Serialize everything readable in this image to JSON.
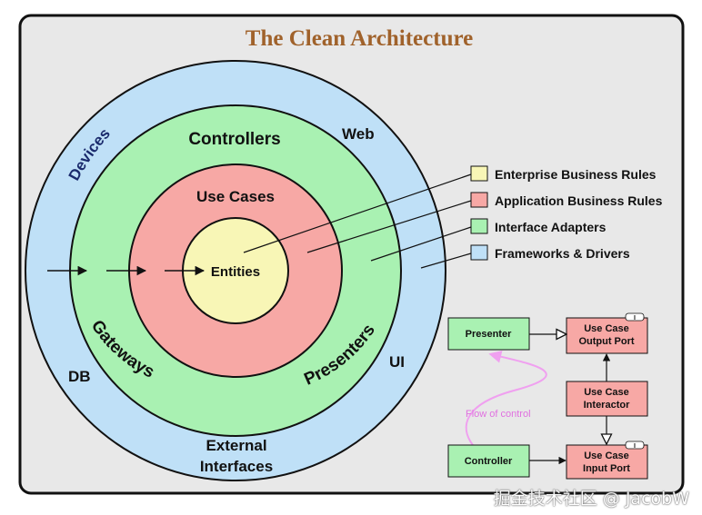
{
  "title": "The Clean Architecture",
  "colors": {
    "frame_bg": "#e8e8e8",
    "frameworks": "#bfe0f7",
    "adapters": "#a9f1b2",
    "use_cases": "#f7a8a5",
    "entities": "#f8f6b6",
    "title": "#a0622b",
    "flow_arrow": "#f0a0f0",
    "flow_text": "#e070e0"
  },
  "rings": {
    "outer": {
      "label_top_left": "Devices",
      "label_top_right": "Web",
      "label_left": "DB",
      "label_right": "UI",
      "label_bottom_line1": "External",
      "label_bottom_line2": "Interfaces"
    },
    "adapters": {
      "label_top": "Controllers",
      "label_left": "Gateways",
      "label_right": "Presenters"
    },
    "use_cases": {
      "label_top": "Use Cases"
    },
    "entities": {
      "label": "Entities"
    }
  },
  "legend": [
    {
      "label": "Enterprise Business Rules",
      "color": "#f8f6b6"
    },
    {
      "label": "Application Business Rules",
      "color": "#f7a8a5"
    },
    {
      "label": "Interface Adapters",
      "color": "#a9f1b2"
    },
    {
      "label": "Frameworks & Drivers",
      "color": "#bfe0f7"
    }
  ],
  "flow": {
    "presenter": "Presenter",
    "output_port_line1": "Use Case",
    "output_port_line2": "Output Port",
    "interactor_line1": "Use Case",
    "interactor_line2": "Interactor",
    "controller": "Controller",
    "input_port_line1": "Use Case",
    "input_port_line2": "Input Port",
    "interface_marker": "I",
    "flow_label": "Flow of control"
  },
  "watermark": "掘金技术社区 @ JacobW"
}
